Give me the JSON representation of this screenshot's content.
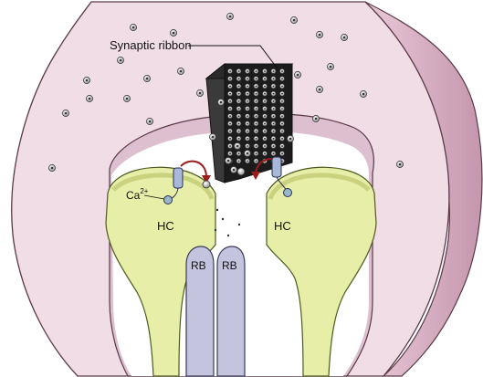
{
  "labels": {
    "ribbon": "Synaptic ribbon",
    "calcium_base": "Ca",
    "calcium_charge": "2+",
    "hc_left": "HC",
    "hc_right": "HC",
    "rb_left": "RB",
    "rb_right": "RB"
  },
  "colors": {
    "terminal": "#f1dde6",
    "terminal_dark": "#d6b3c4",
    "horizontal_cell": "#e6eea8",
    "bipolar": "#c4c4de",
    "ribbon": "#1c1c1c",
    "arrow": "#9a1c1c"
  }
}
